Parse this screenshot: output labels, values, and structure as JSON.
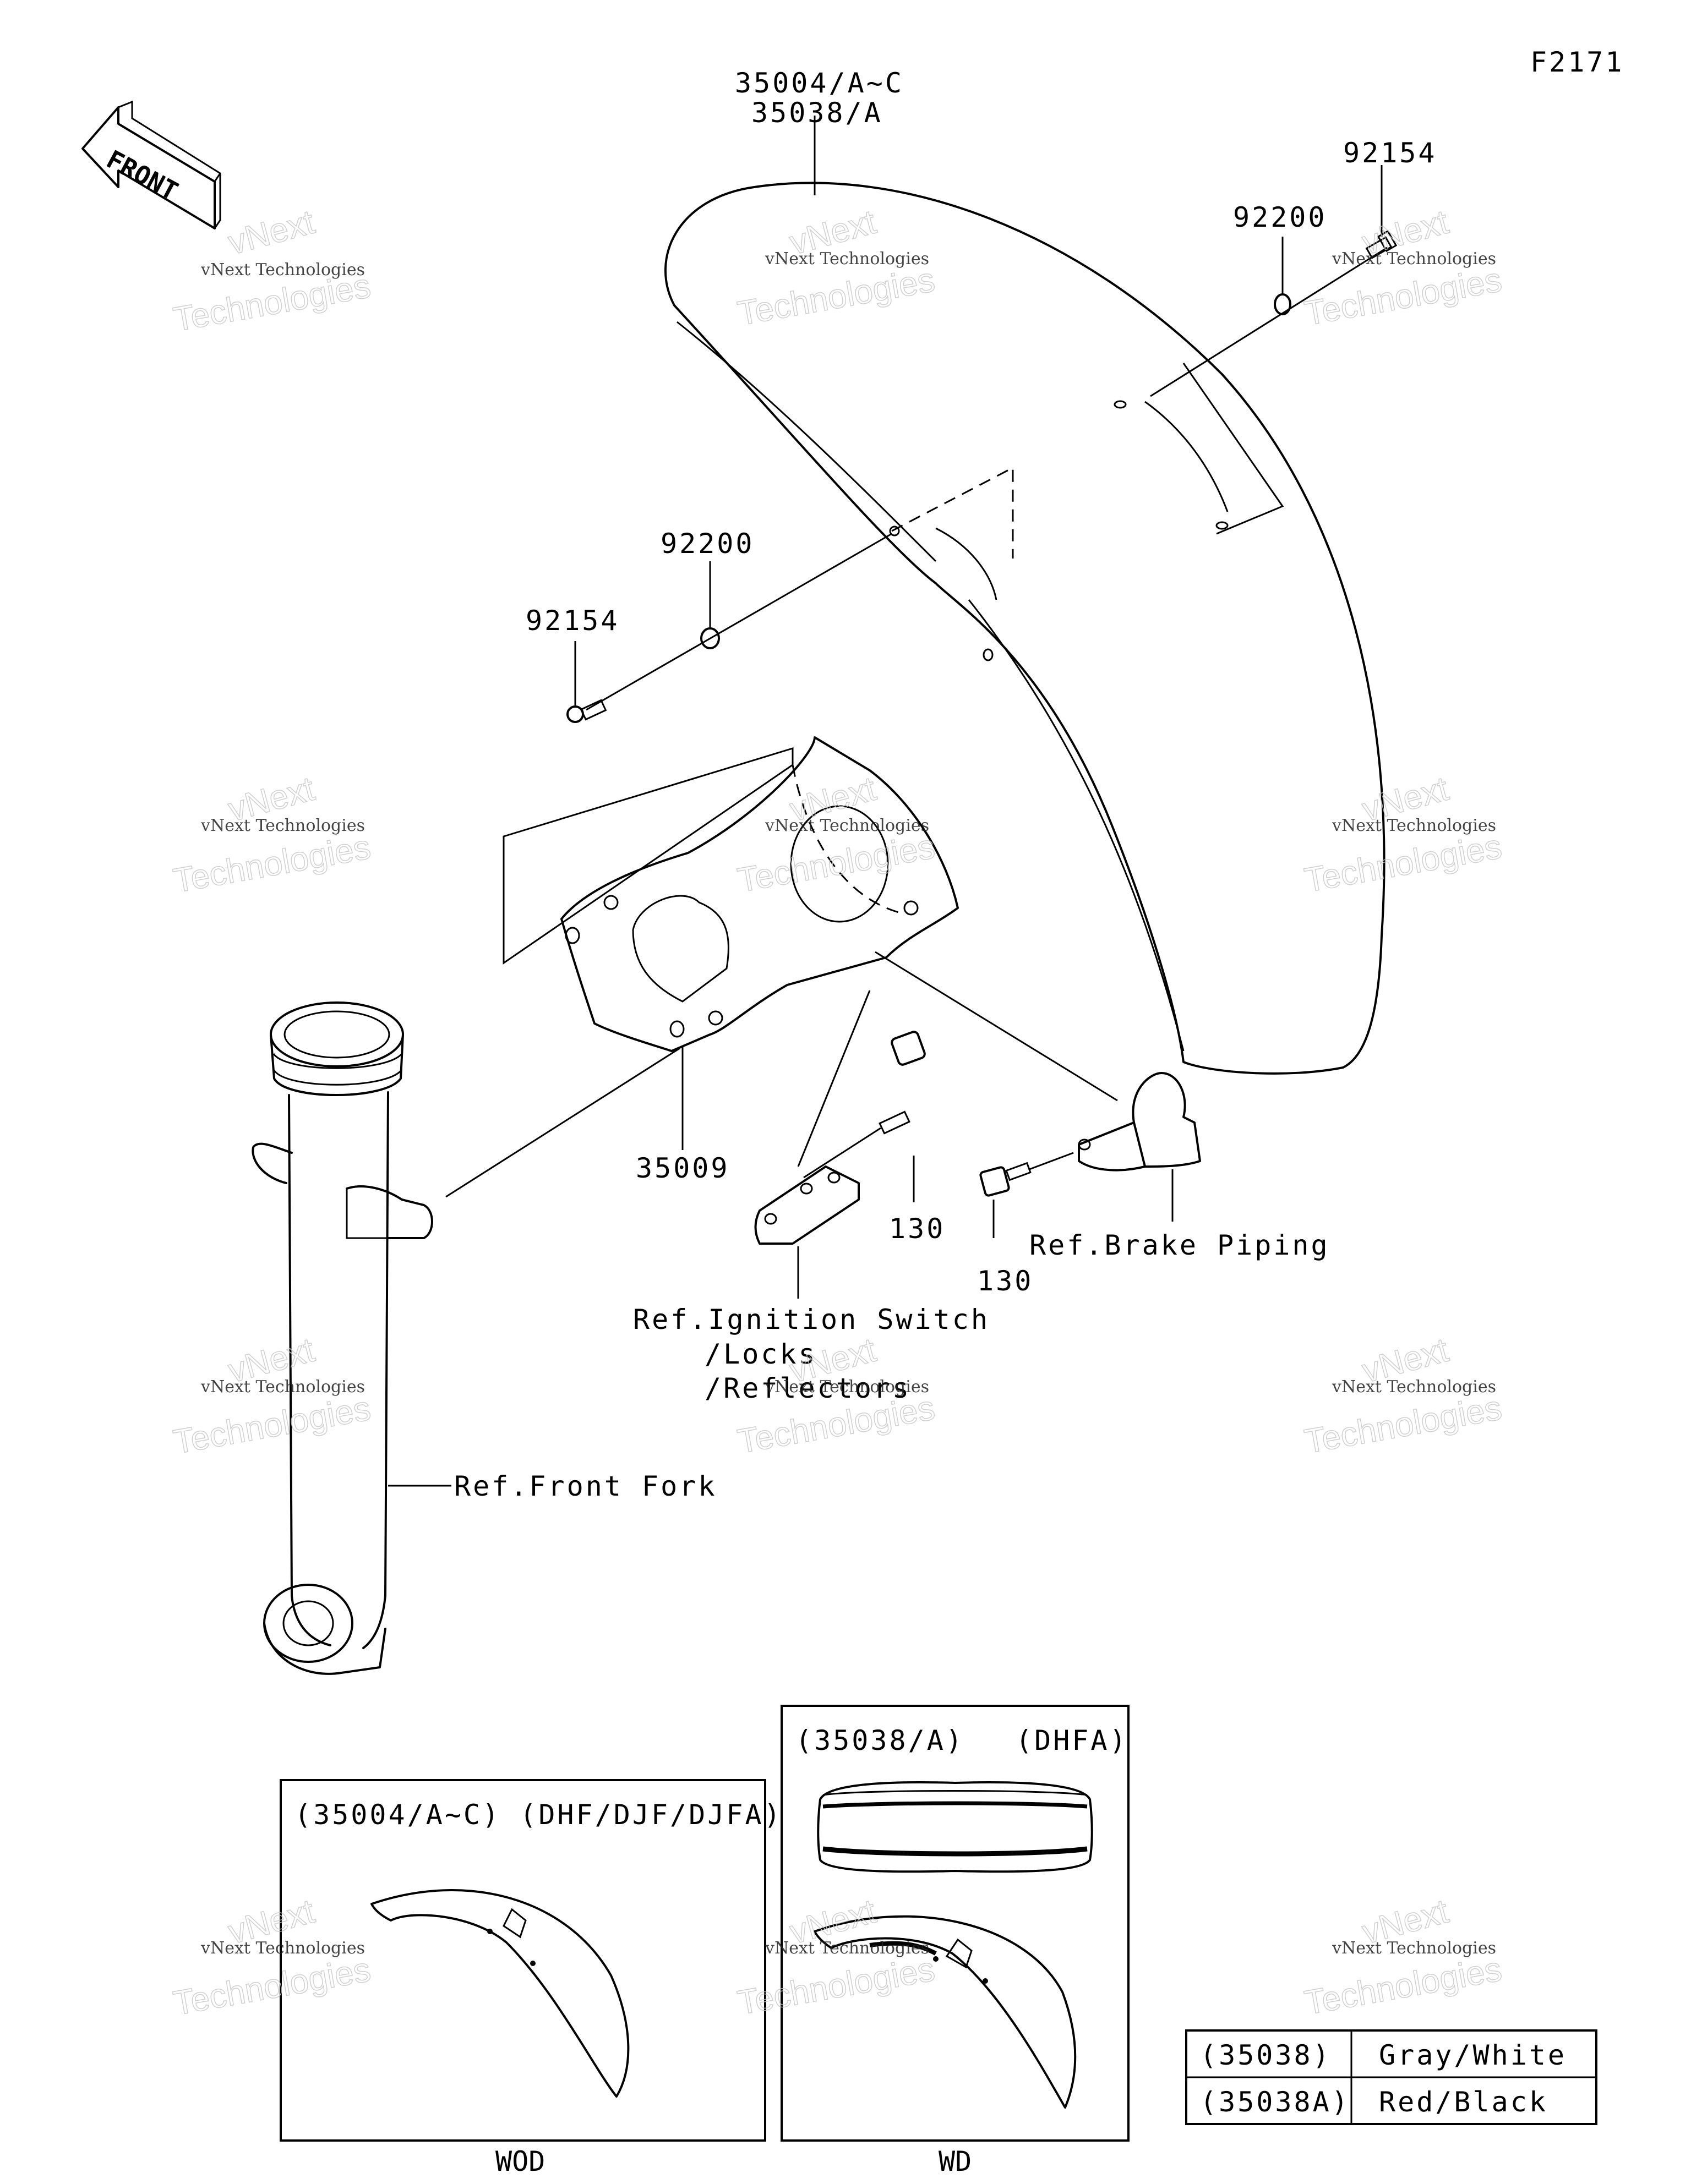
{
  "figure_code": "F2171",
  "front_arrow_label": "FRONT",
  "callouts": {
    "fender_main_line1": "35004/A~C",
    "fender_main_line2": "35038/A",
    "bolt_rear": "92154",
    "washer_rear": "92200",
    "washer_front": "92200",
    "bolt_front": "92154",
    "bracket": "35009",
    "bolt_center": "130",
    "bolt_right": "130"
  },
  "references": {
    "brake_piping": "Ref.Brake Piping",
    "ignition_line1": "Ref.Ignition Switch",
    "ignition_line2": "/Locks",
    "ignition_line3": "/Reflectors",
    "front_fork": "Ref.Front Fork"
  },
  "inset_left": {
    "header": "(35004/A~C)  (DHF/DJF/DJFA)",
    "caption": "WOD"
  },
  "inset_right": {
    "header_part": "(35038/A)",
    "header_model": "(DHFA)",
    "caption": "WD"
  },
  "color_table": [
    {
      "code": "(35038)",
      "color": "Gray/White"
    },
    {
      "code": "(35038A)",
      "color": "Red/Black"
    }
  ],
  "watermark": {
    "line1": "vNext Technologies",
    "line2": "Technologies",
    "line3": "vNext"
  }
}
